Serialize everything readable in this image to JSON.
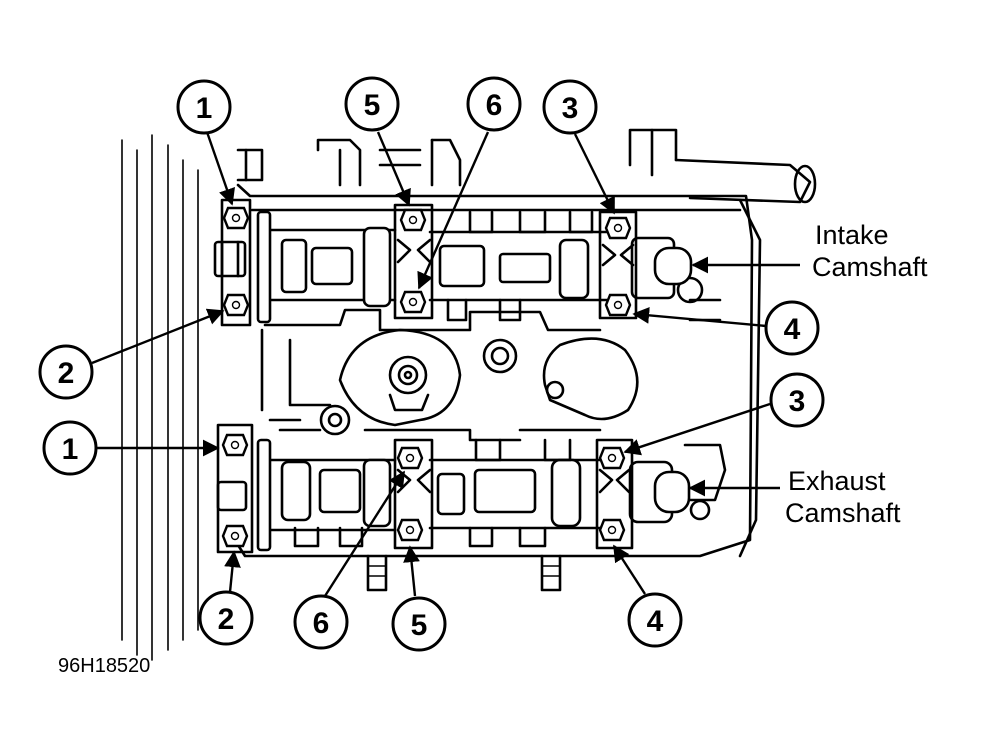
{
  "labels": {
    "intake_line1": "Intake",
    "intake_line2": "Camshaft",
    "exhaust_line1": "Exhaust",
    "exhaust_line2": "Camshaft",
    "figure_code": "96H18520"
  },
  "callouts": {
    "intake_top": [
      "1",
      "5",
      "6",
      "3"
    ],
    "intake_side": [
      "2",
      "4"
    ],
    "exhaust_side": [
      "1",
      "3"
    ],
    "exhaust_bottom": [
      "2",
      "6",
      "5",
      "4"
    ]
  },
  "colors": {
    "ink": "#000000",
    "paper": "#ffffff"
  }
}
